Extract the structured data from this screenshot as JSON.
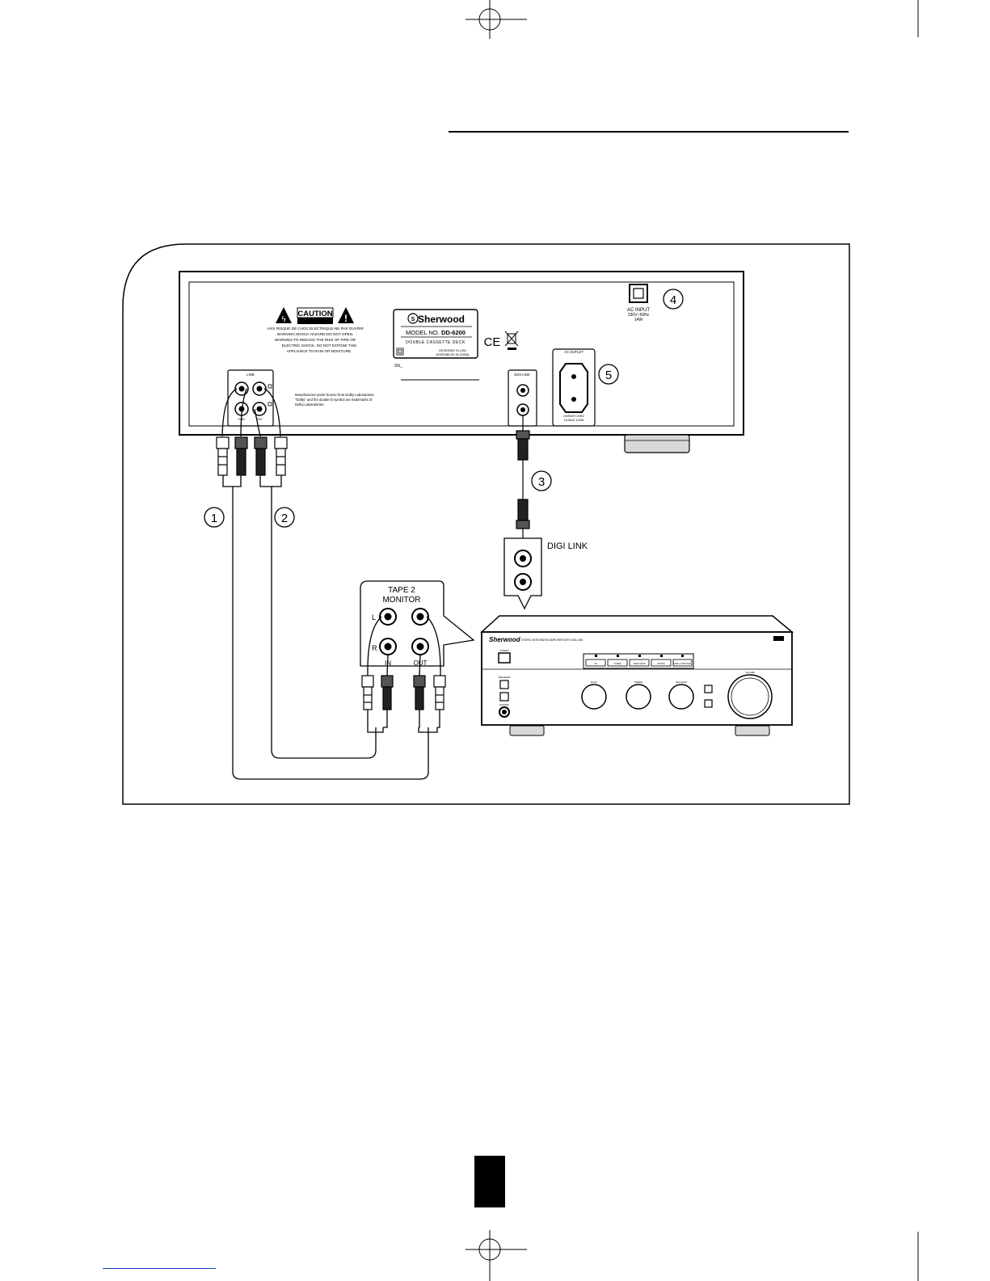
{
  "deck": {
    "caution": {
      "title": "CAUTION",
      "lines": [
        "AVIS RISQUE DE CHOC ELECTRIQUE-NE PAS OUVRIR",
        "WARNING:SHOCK HAZARD-DO NOT OPEN.",
        "WARNING:TO REDUCE THE RISK OF FIRE OR",
        "ELECTRIC SHOCK, DO NOT EXPOSE THIS",
        "APPLIANCE TO RAIN OR MOISTURE."
      ]
    },
    "brand": "Sherwood",
    "model_prefix": "MODEL NO.",
    "model_number": "DD-6200",
    "product_type": "DOUBLE CASSETTE DECK",
    "origin_lines": [
      "DESIGNED IN USA",
      "ASSEMBLED IN CHINA"
    ],
    "serial_label": "SN_",
    "ce_mark": "CE",
    "dolby_notice": [
      "Manufactured under license from Dolby Laboratories.",
      "\"Dolby\" and the double-D symbol are trademarks of",
      "Dolby Laboratories."
    ],
    "line_label": "LINE",
    "jack_labels": [
      "PLAY",
      "REC"
    ],
    "digilink_label": "DIGI-LINK",
    "ac_input_lines": [
      "AC INPUT",
      "230V~50Hz",
      "14W"
    ],
    "ac_outlet_label": "AC OUTLET",
    "ac_outlet_lines": [
      "UNSWITCHED",
      "1A MAX 100W"
    ]
  },
  "callouts": [
    "1",
    "2",
    "3",
    "4",
    "5"
  ],
  "labels": {
    "digi_link": "DIGI LINK",
    "tape2_lines": [
      "TAPE 2",
      "MONITOR"
    ],
    "channel_l": "L",
    "channel_r": "R",
    "in": "IN",
    "out": "OUT"
  },
  "amp": {
    "brand": "Sherwood",
    "model_text": "STEREO INTEGRATED AMPLIFIER WITH DIGI-LINK",
    "input_buttons": [
      "CD",
      "TUNER",
      "TAPE 1/DVD",
      "PHONO",
      "TAPE 2 MONITOR"
    ],
    "power_label": "POWER",
    "knob_labels": [
      "BASS",
      "TREBLE",
      "BALANCE",
      "VOLUME"
    ],
    "small_labels": [
      "SPEAKERS",
      "PHONES"
    ]
  }
}
